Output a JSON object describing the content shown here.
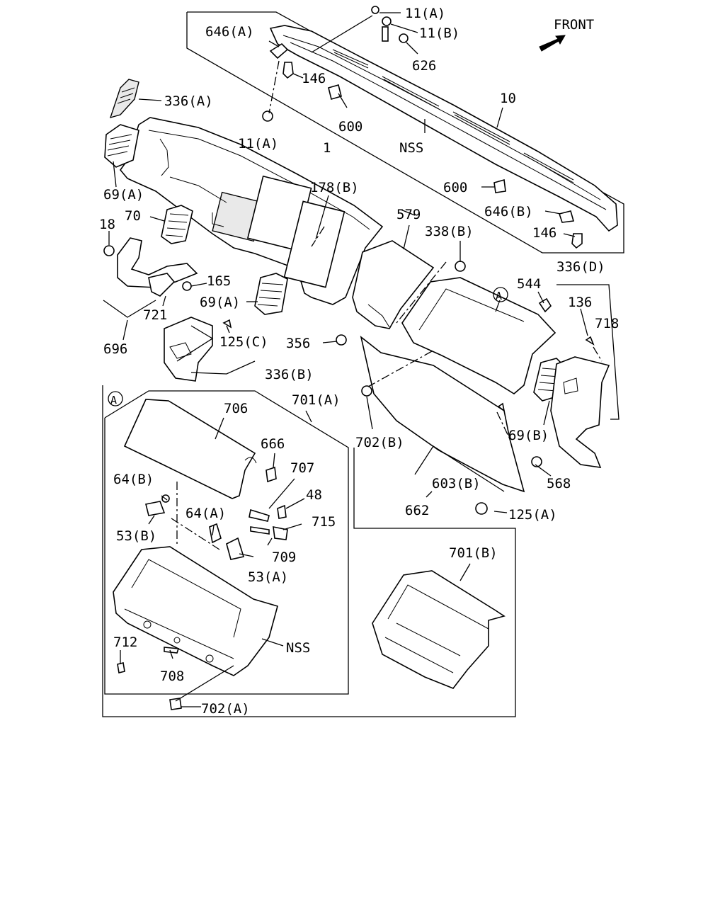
{
  "front": "FRONT",
  "callout_marker": "A",
  "labels": {
    "p11A_top": "11(A)",
    "p11B": "11(B)",
    "p646A": "646(A)",
    "p626": "626",
    "p146_top": "146",
    "p336A": "336(A)",
    "p600_top": "600",
    "p10": "10",
    "nss_top": "NSS",
    "p11A_mid": "11(A)",
    "p1": "1",
    "p178B": "178(B)",
    "p69A_left": "69(A)",
    "p600_right": "600",
    "p646B": "646(B)",
    "p146_right": "146",
    "p70": "70",
    "p18": "18",
    "p579": "579",
    "p338B": "338(B)",
    "p165": "165",
    "p69A_mid": "69(A)",
    "p336D": "336(D)",
    "p544": "544",
    "p136": "136",
    "p718": "718",
    "p721": "721",
    "p696": "696",
    "p125C": "125(C)",
    "p356": "356",
    "p336B": "336(B)",
    "p706": "706",
    "p701A": "701(A)",
    "p666": "666",
    "p702B": "702(B)",
    "p69B": "69(B)",
    "p64B": "64(B)",
    "p707": "707",
    "p48": "48",
    "p568": "568",
    "p603B": "603(B)",
    "p64A": "64(A)",
    "p715": "715",
    "p125A": "125(A)",
    "p662": "662",
    "p53B": "53(B)",
    "p709": "709",
    "p53A": "53(A)",
    "p701B": "701(B)",
    "p712": "712",
    "nss_bottom": "NSS",
    "p708": "708",
    "p702A": "702(A)"
  }
}
